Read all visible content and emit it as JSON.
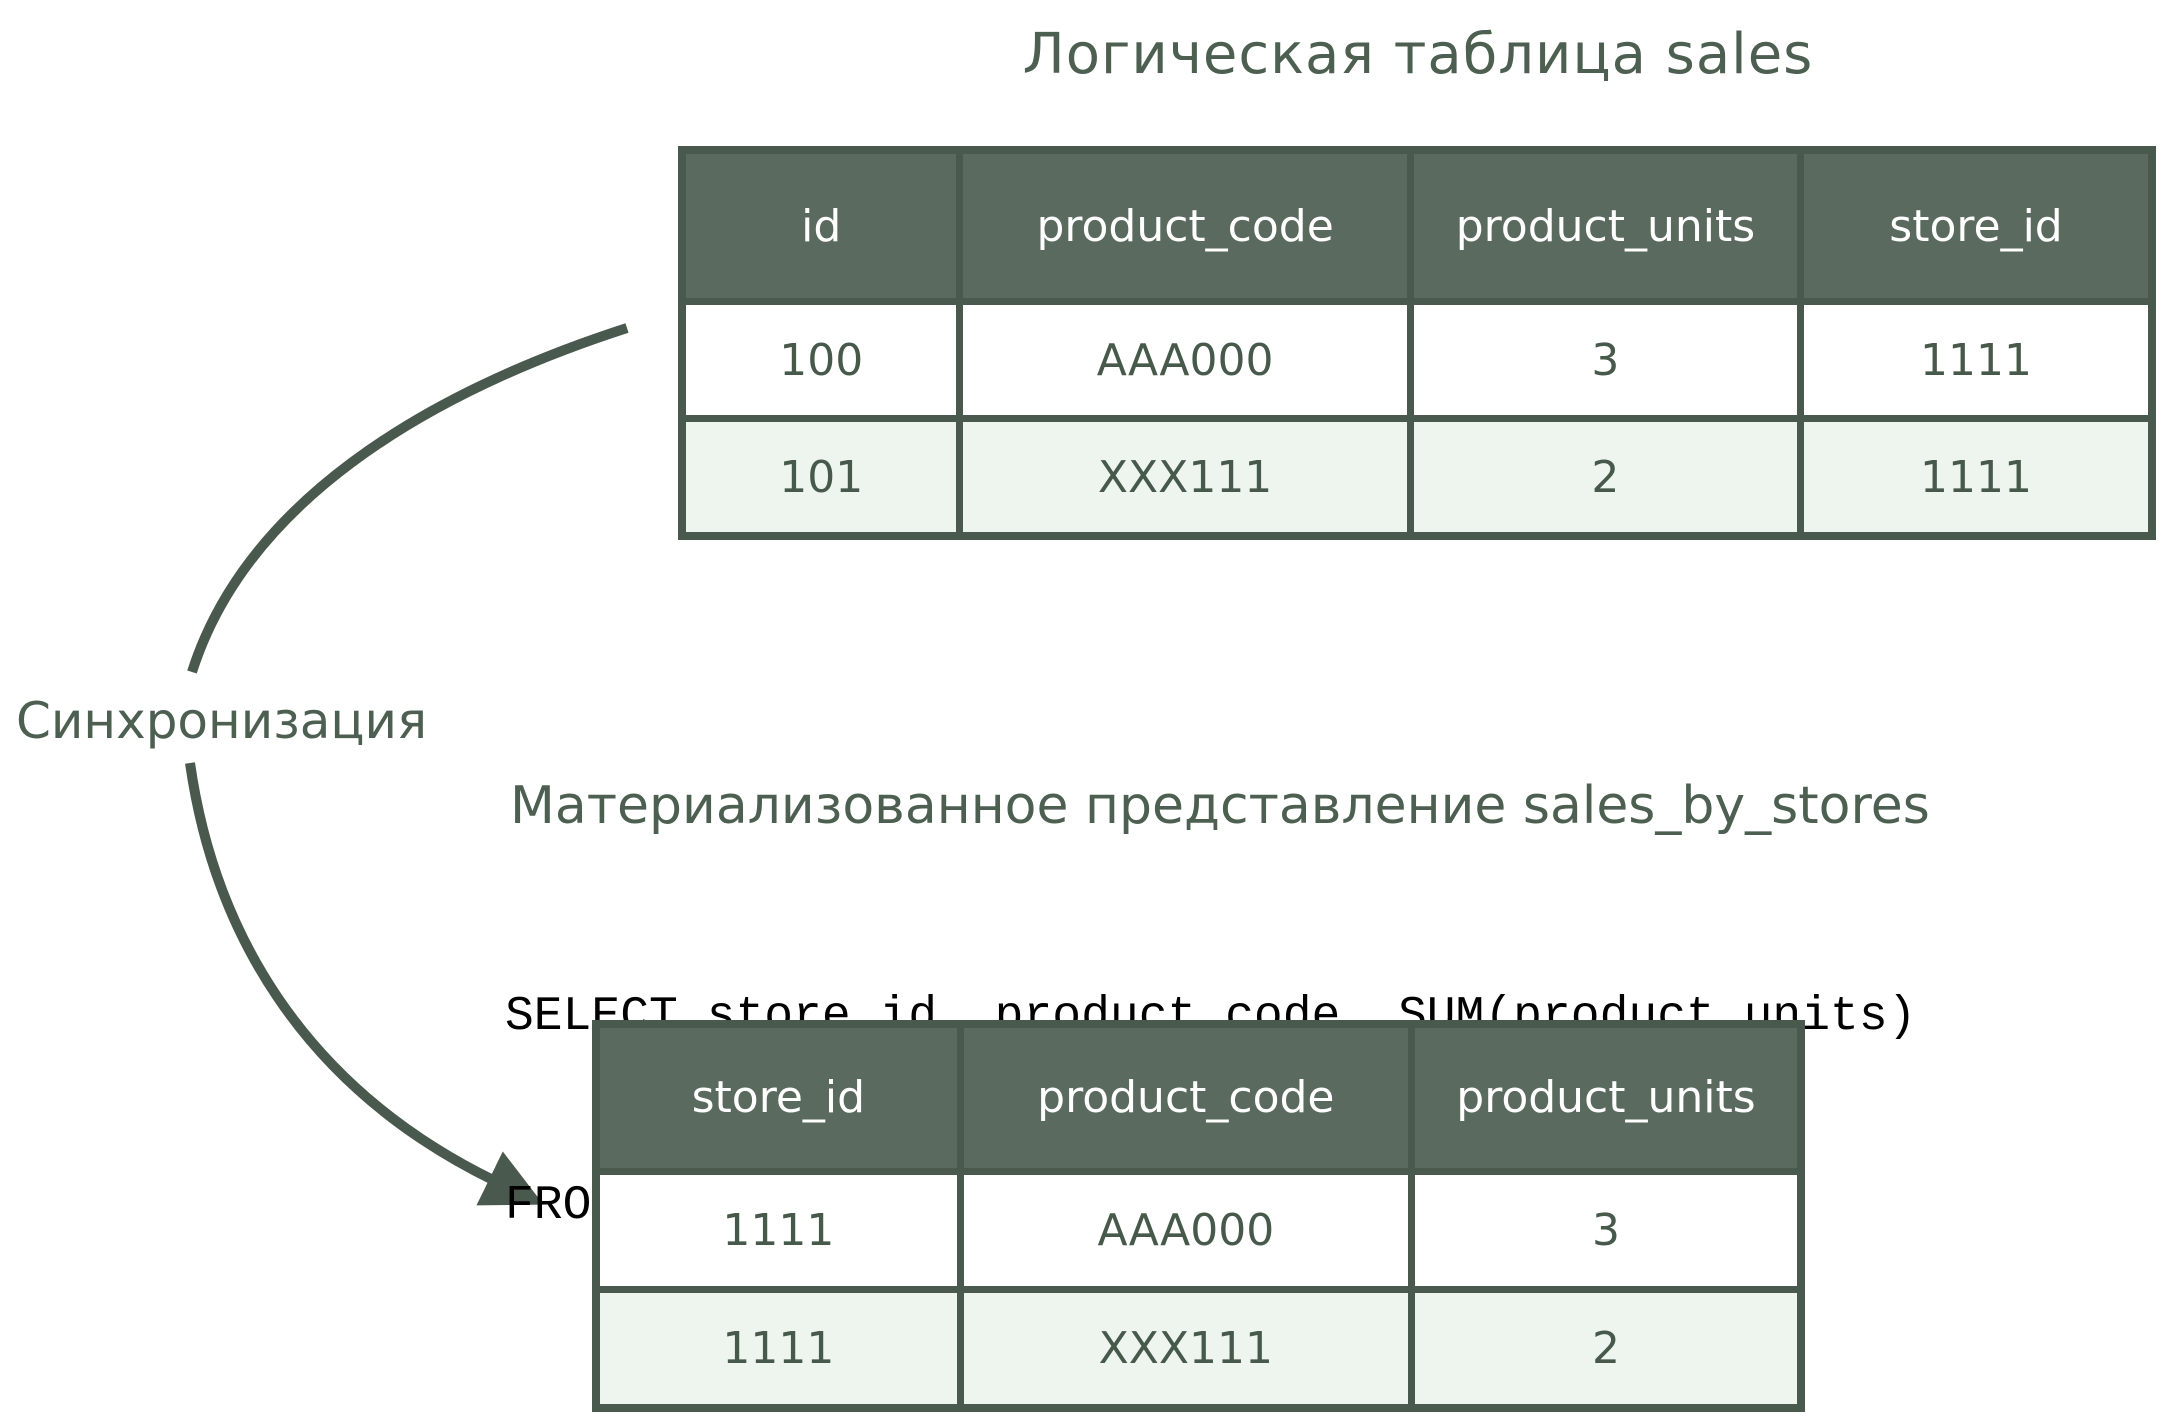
{
  "titles": {
    "logical_table": "Логическая таблица sales",
    "materialized_view": "Материализованное представление sales_by_stores"
  },
  "labels": {
    "sync": "Синхронизация"
  },
  "sql": {
    "line1": "SELECT store_id, product_code, SUM(product_units)",
    "line2": "FROM sales GROUP BY store_id, product_code"
  },
  "tables": {
    "sales": {
      "headers": [
        "id",
        "product_code",
        "product_units",
        "store_id"
      ],
      "rows": [
        [
          "100",
          "AAA000",
          "3",
          "1111"
        ],
        [
          "101",
          "XXX111",
          "2",
          "1111"
        ]
      ]
    },
    "sales_by_stores": {
      "headers": [
        "store_id",
        "product_code",
        "product_units"
      ],
      "rows": [
        [
          "1111",
          "AAA000",
          "3"
        ],
        [
          "1111",
          "XXX111",
          "2"
        ]
      ]
    }
  },
  "colors": {
    "header_bg": "#5b6a5e",
    "border": "#4a594d",
    "row_alt_bg": "#edf5ee",
    "cell_text": "#47594b",
    "title_text": "#4d5f51",
    "sql_text": "#000000",
    "arrow": "#4a594d",
    "background": "#ffffff"
  }
}
